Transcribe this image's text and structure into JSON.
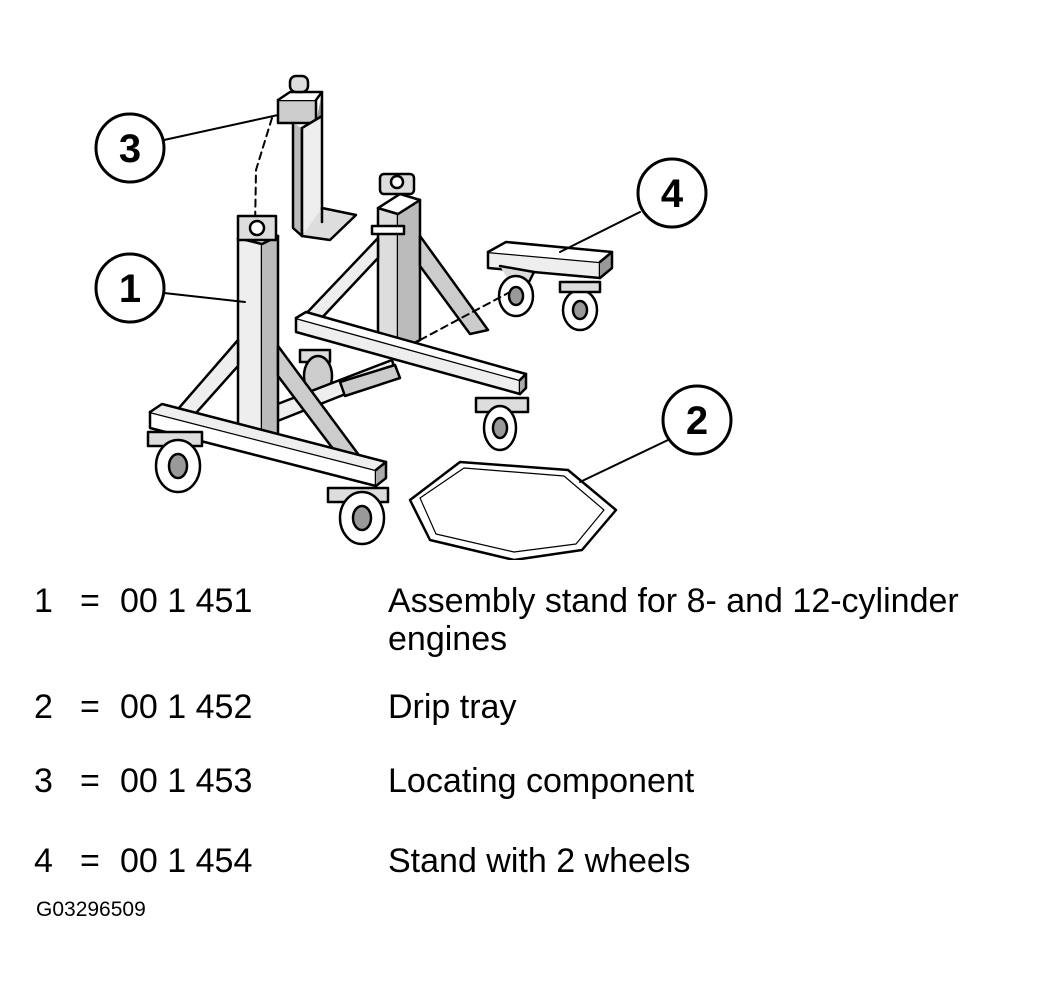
{
  "callouts": [
    "1",
    "2",
    "3",
    "4"
  ],
  "legend": [
    {
      "number": "1",
      "code": "00 1 451",
      "description": "Assembly stand for 8- and 12-cylinder engines"
    },
    {
      "number": "2",
      "code": "00 1 452",
      "description": "Drip tray"
    },
    {
      "number": "3",
      "code": "00 1 453",
      "description": "Locating component"
    },
    {
      "number": "4",
      "code": "00 1 454",
      "description": "Stand with 2 wheels"
    }
  ],
  "equals_sign": "=",
  "figure_id": "G03296509"
}
